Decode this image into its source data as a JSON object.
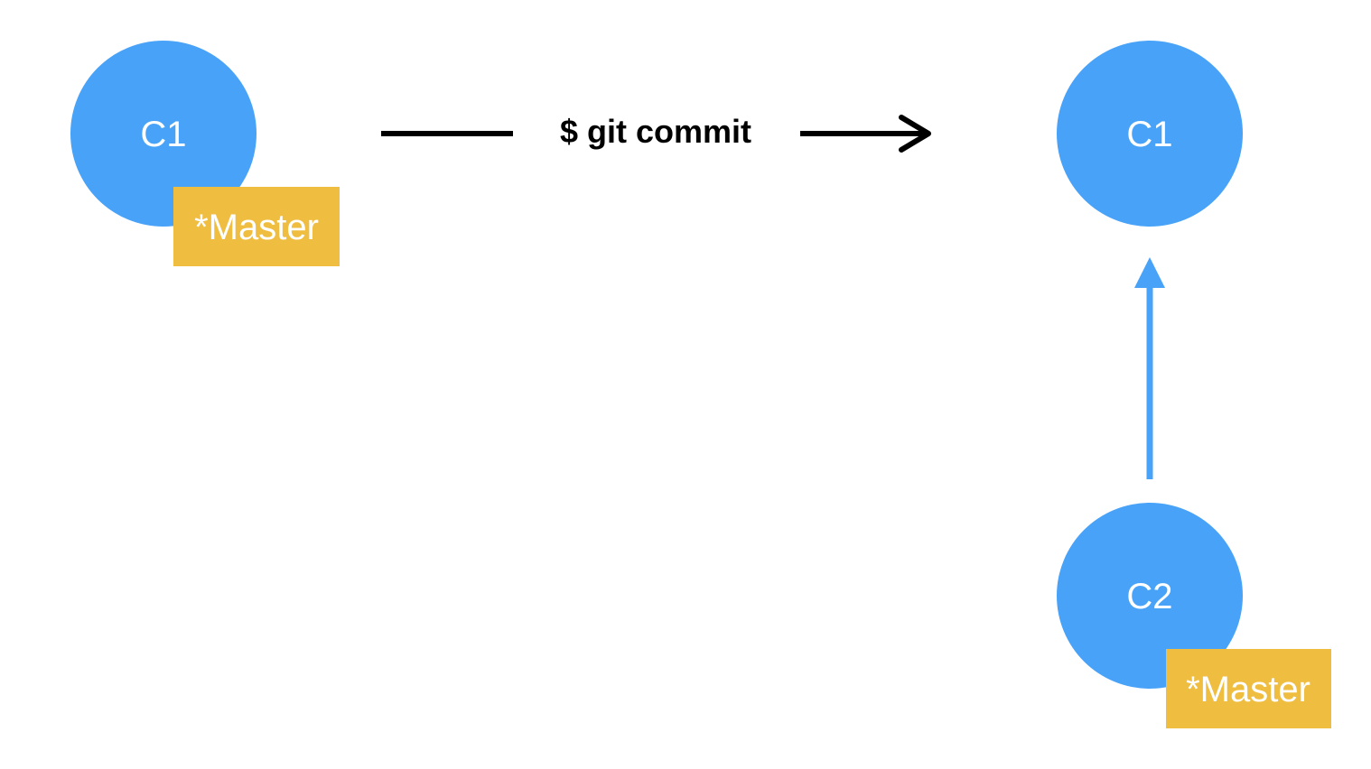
{
  "colors": {
    "commit_fill": "#48A3F8",
    "branch_fill": "#EFBD3F",
    "branch_text": "#FFFFFF",
    "commit_text": "#FFFFFF",
    "command_arrow": "#000000",
    "parent_arrow": "#48A3F8"
  },
  "before": {
    "commit": "C1",
    "branch": "*Master"
  },
  "command": "$ git commit",
  "after": {
    "parent_commit": "C1",
    "new_commit": "C2",
    "branch": "*Master"
  }
}
